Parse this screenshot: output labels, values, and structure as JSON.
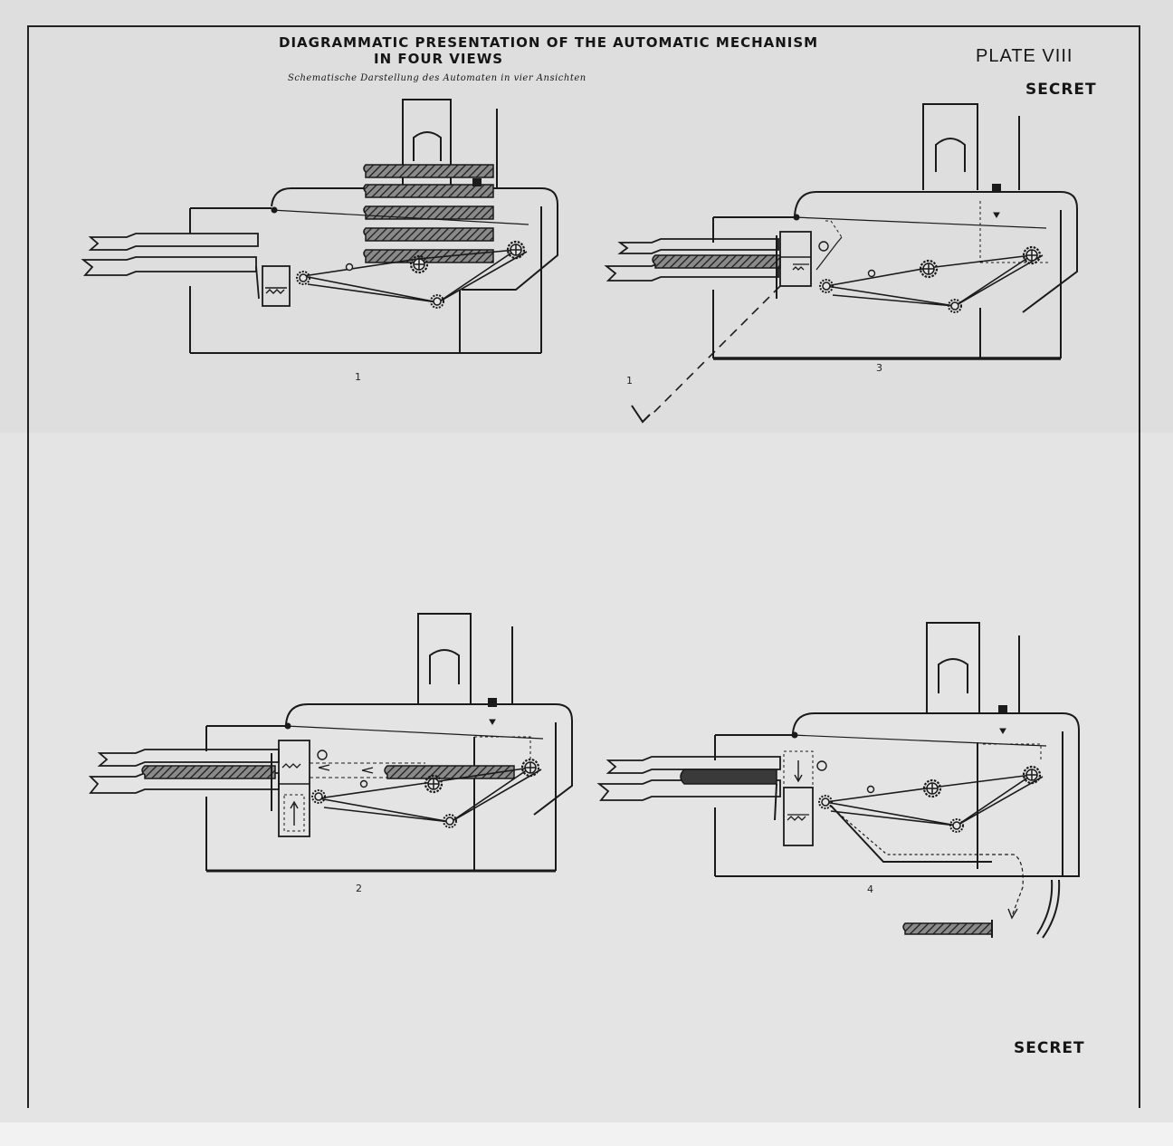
{
  "document": {
    "title_line1": "DIAGRAMMATIC PRESENTATION OF THE AUTOMATIC MECHANISM",
    "title_line2": "IN FOUR VIEWS",
    "subtitle": "Schematische Darstellung des Automaten in vier Ansichten",
    "plate": "PLATE VIII",
    "classification_top": "SECRET",
    "classification_bottom": "SECRET"
  },
  "views": [
    {
      "label": "1"
    },
    {
      "label": "2"
    },
    {
      "label": "3"
    },
    {
      "label": "4"
    }
  ],
  "annotations": {
    "view3_pointer": "1"
  },
  "colors": {
    "ink": "#1a1a1a",
    "paper": "#e4e4e4",
    "paper_top": "#dedede"
  }
}
